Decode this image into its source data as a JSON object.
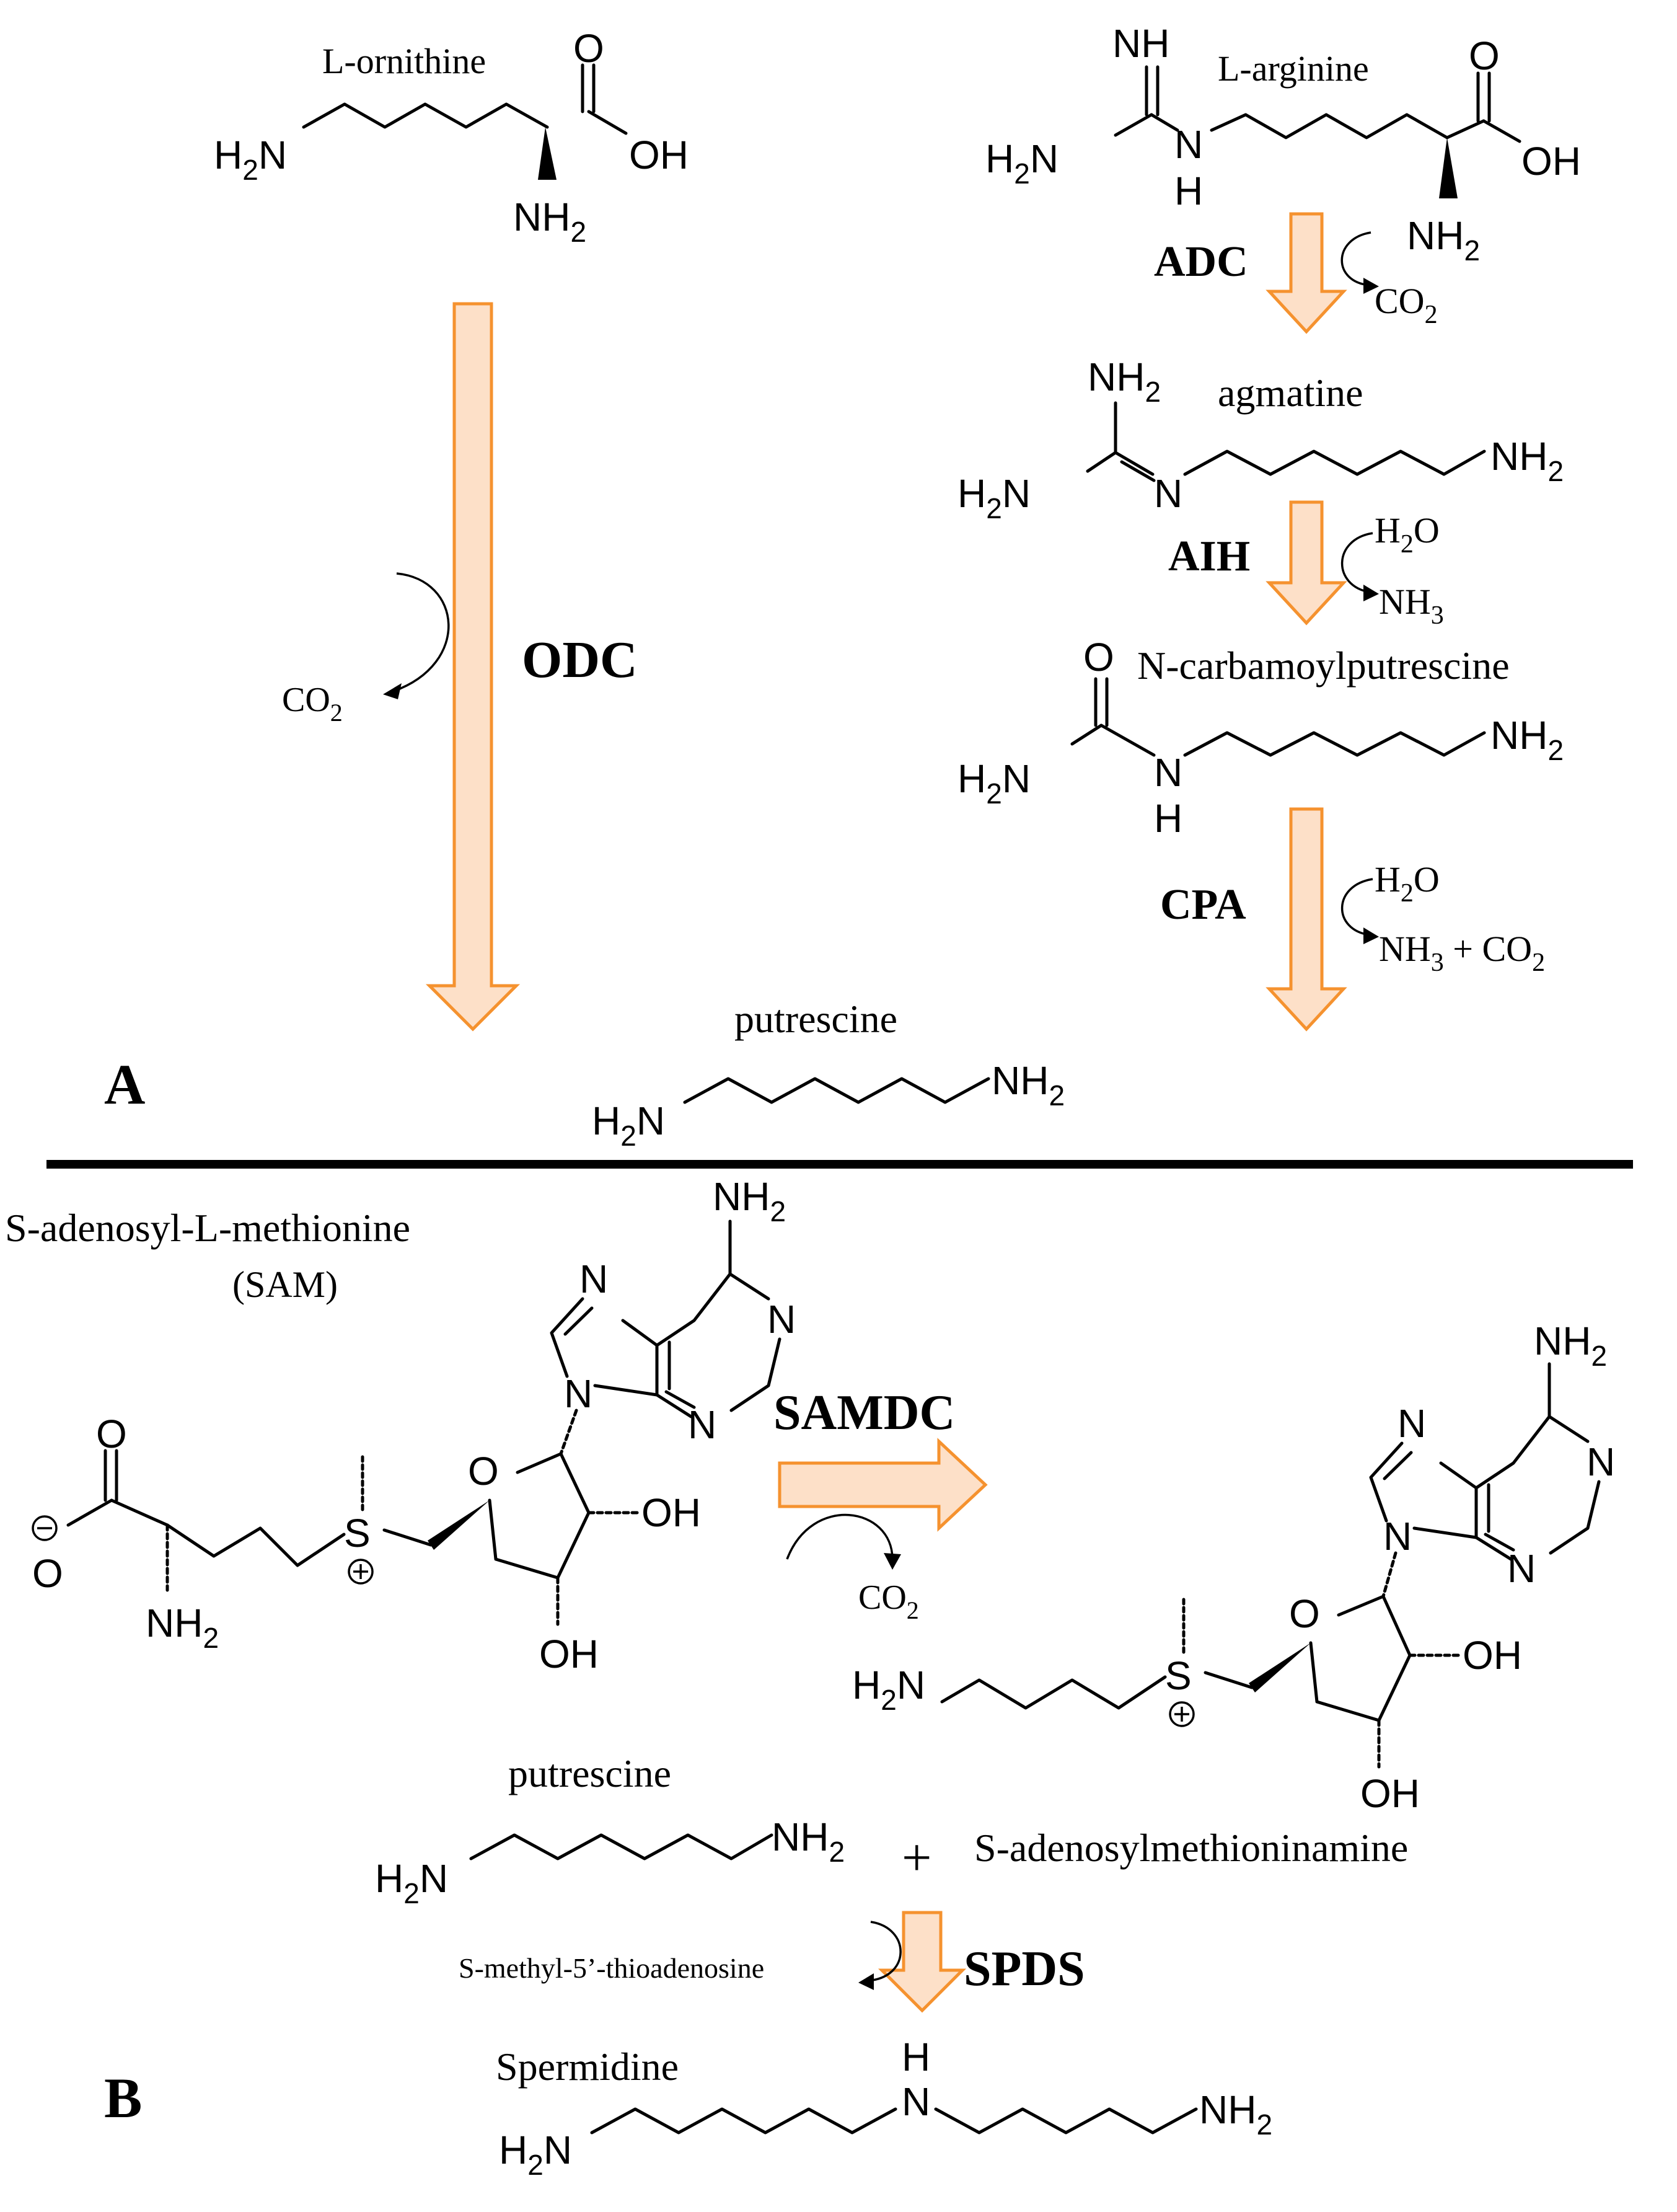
{
  "panels": {
    "a": "A",
    "b": "B"
  },
  "part_a": {
    "ornithine_name": "L-ornithine",
    "arginine_name": "L-arginine",
    "agmatine_name": "agmatine",
    "carbamoyl_name": "N-carbamoylputrescine",
    "putrescine_name": "putrescine",
    "enzymes": {
      "odc": "ODC",
      "adc": "ADC",
      "aih": "AIH",
      "cpa": "CPA"
    },
    "co2": "CO",
    "h2o": "H",
    "nh3": "NH",
    "nh3_co2_tail": " + CO"
  },
  "part_b": {
    "sam_name": "S-adenosyl-L-methionine",
    "sam_abbrev": "(SAM)",
    "samdc": "SAMDC",
    "co2": "CO",
    "putrescine_name": "putrescine",
    "plus": "+",
    "dcsam_name": "S-adenosylmethioninamine",
    "mta_name": "S-methyl-5’-thioadenosine",
    "spds": "SPDS",
    "spermidine_name": "Spermidine"
  },
  "atoms": {
    "h2n": "H",
    "nh2": "NH",
    "sub2": "2",
    "sub3": "3",
    "n_prefix": "N",
    "oh": "OH",
    "o": "O",
    "n": "N",
    "nh": "NH",
    "h": "H",
    "s": "S"
  }
}
